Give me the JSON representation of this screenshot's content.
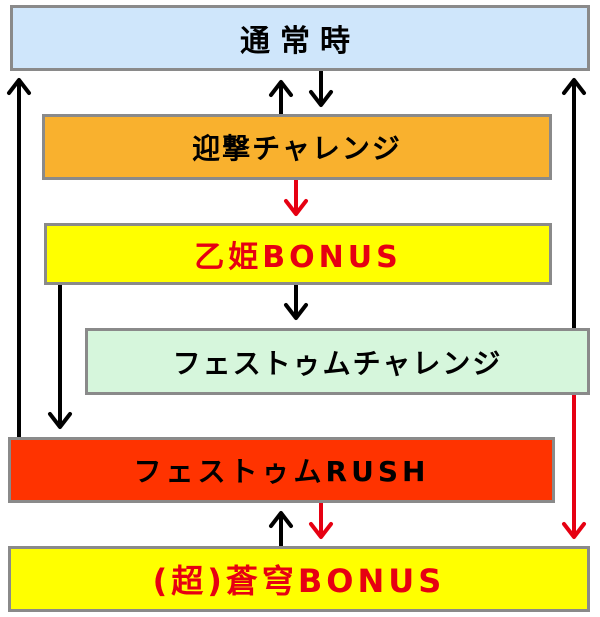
{
  "colors": {
    "normal_bg": "#cfe6fb",
    "geigeki_bg": "#f9b12e",
    "otohime_bg": "#ffff00",
    "festum_challenge_bg": "#d6f6dc",
    "rush_bg": "#ff3300",
    "soukyu_bg": "#ffff00",
    "text_black": "#000000",
    "text_red": "#e60012",
    "arrow_black": "#000000",
    "arrow_red": "#e60012",
    "border": "#8a8a8a"
  },
  "boxes": {
    "normal": "通常時",
    "geigeki_challenge": "迎撃チャレンジ",
    "otohime_bonus": "乙姫BONUS",
    "festum_challenge": "フェストゥムチャレンジ",
    "festum_rush": "フェストゥムRUSH",
    "soukyu_bonus": "(超)蒼穹BONUS"
  }
}
